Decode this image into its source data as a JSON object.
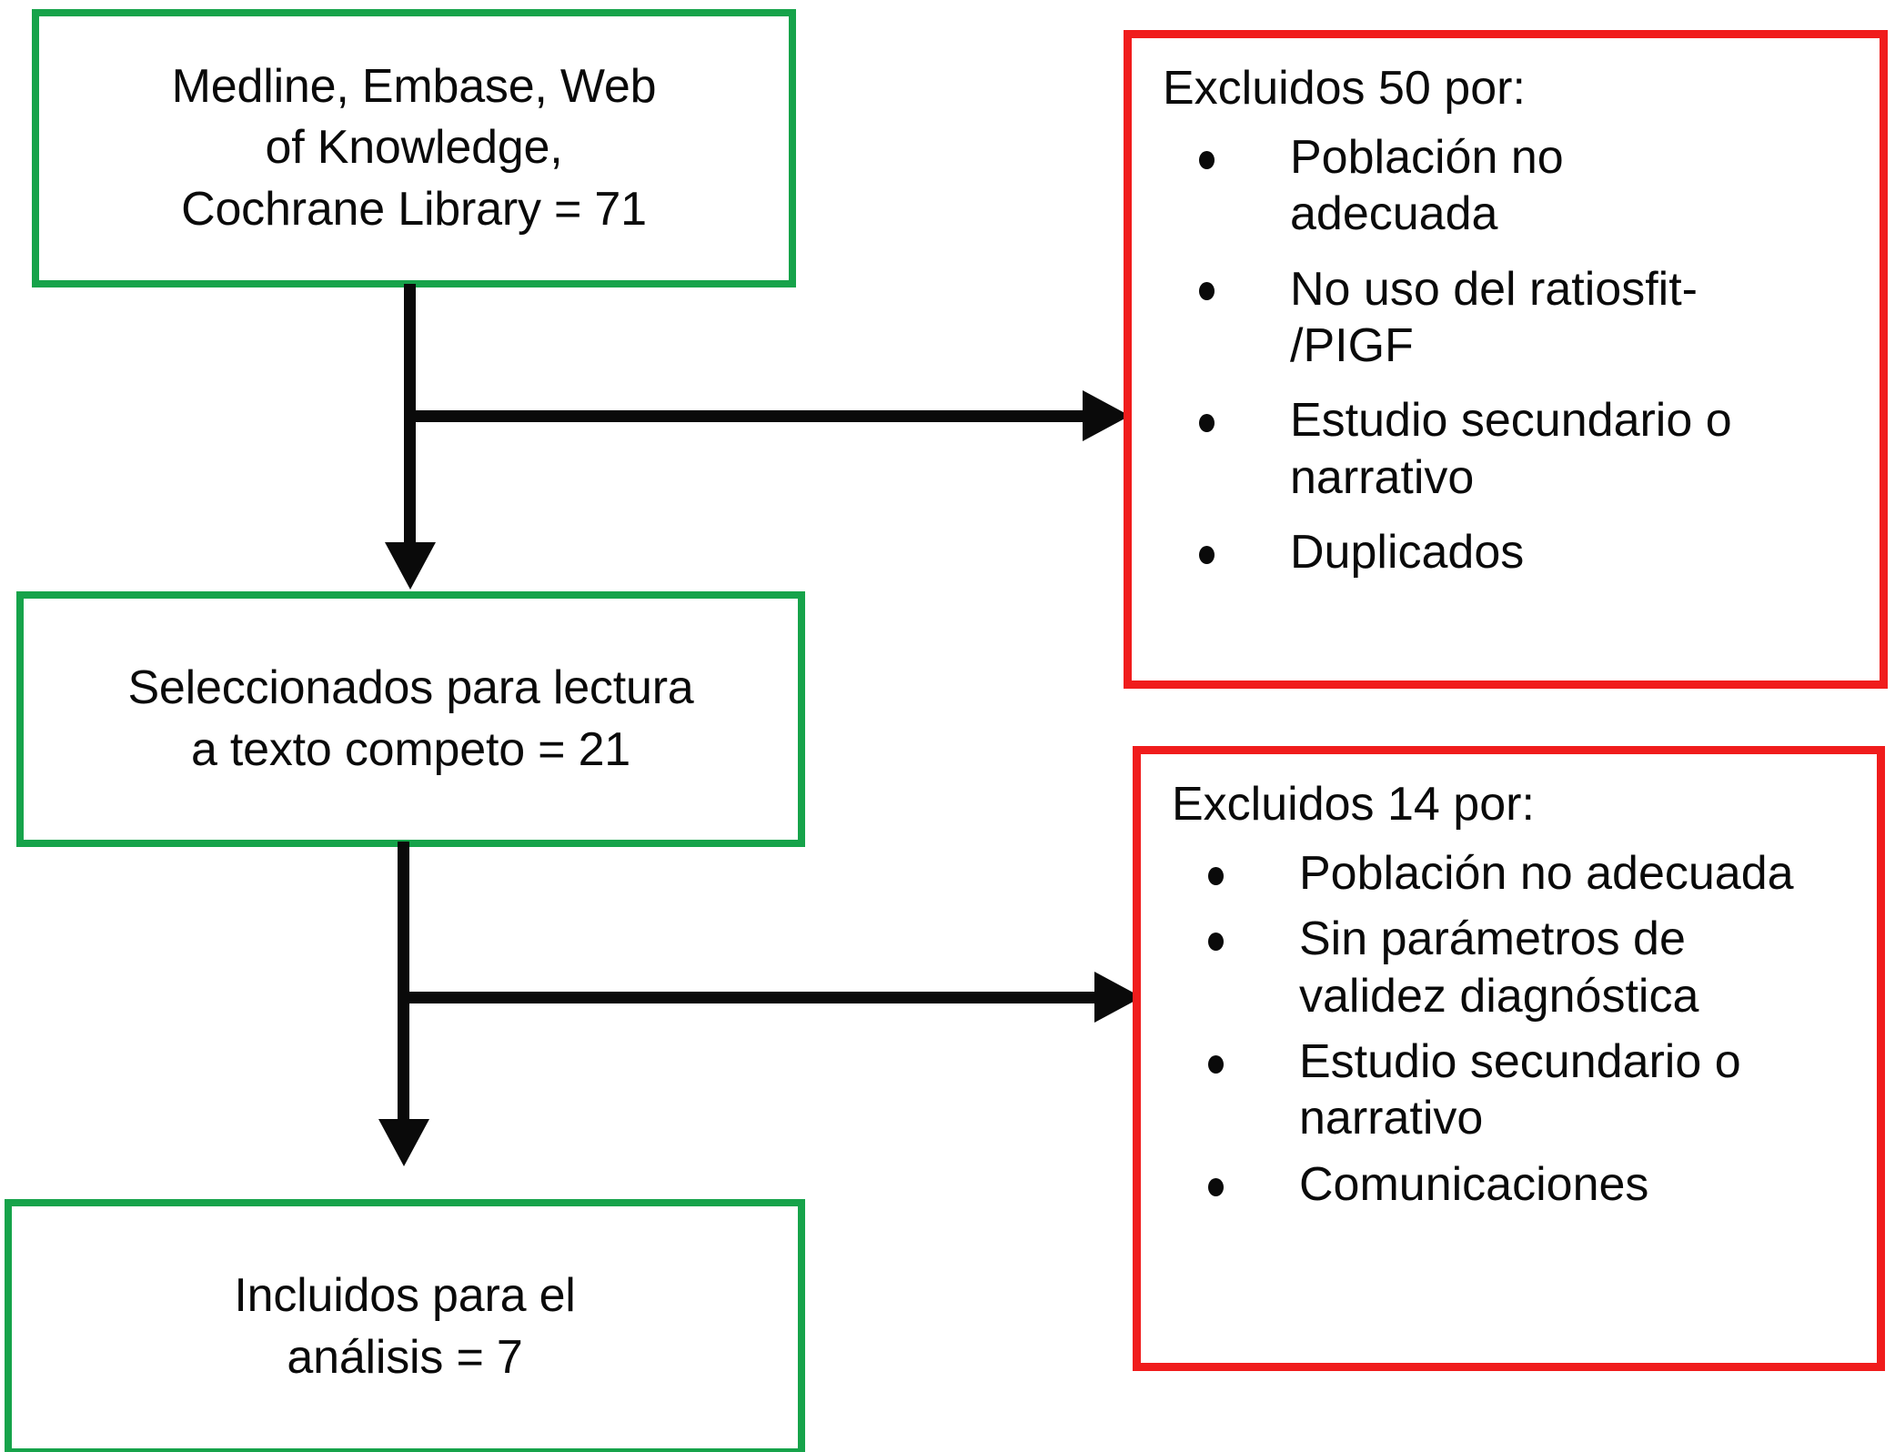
{
  "diagram": {
    "type": "prisma-flowchart",
    "title": "",
    "colors": {
      "included_border": "#16a34a",
      "excluded_border": "#f01c1c",
      "connector": "#0a0a0a",
      "background": "#ffffff",
      "text": "#0a0a0a"
    },
    "flow_nodes": [
      {
        "id": "identification",
        "text": "Medline, Embase, Web\nof Knowledge,\nCochrane Library = 71",
        "count": 71,
        "border_color": "#16a34a"
      },
      {
        "id": "screening",
        "text": "Seleccionados para lectura\na texto competo = 21",
        "count": 21,
        "border_color": "#16a34a"
      },
      {
        "id": "included",
        "text": "Incluidos para el\nanálisis = 7",
        "count": 7,
        "border_color": "#16a34a"
      }
    ],
    "exclusion_panels": [
      {
        "id": "excluded-50",
        "title": "Excluidos 50 por:",
        "count": 50,
        "border_color": "#f01c1c",
        "reasons": [
          "Población no\nadecuada",
          "No uso del ratiosfit-\n/PIGF",
          "Estudio secundario o\nnarrativo",
          "Duplicados"
        ]
      },
      {
        "id": "excluded-14",
        "title": "Excluidos 14 por:",
        "count": 14,
        "border_color": "#f01c1c",
        "reasons": [
          "Población no adecuada",
          "Sin parámetros de\nvalidez diagnóstica",
          "Estudio secundario o\nnarrativo",
          "Comunicaciones"
        ]
      }
    ],
    "connectors": [
      {
        "id": "conn-1-to-2",
        "from": "identification",
        "to": "screening",
        "direction": "down"
      },
      {
        "id": "conn-1-to-excl50",
        "from": "identification",
        "to": "excluded-50",
        "direction": "right"
      },
      {
        "id": "conn-2-to-3",
        "from": "screening",
        "to": "included",
        "direction": "down"
      },
      {
        "id": "conn-2-to-excl14",
        "from": "screening",
        "to": "excluded-14",
        "direction": "right"
      }
    ]
  }
}
